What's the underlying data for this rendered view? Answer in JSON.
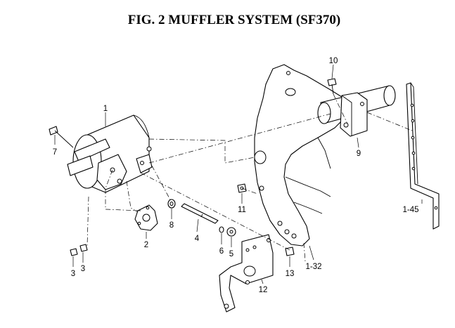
{
  "figure": {
    "title": "FIG.  2  MUFFLER SYSTEM (SF370)"
  },
  "callouts": {
    "c1": "1",
    "c2": "2",
    "c3a": "3",
    "c3b": "3",
    "c4": "4",
    "c5": "5",
    "c6": "6",
    "c7": "7",
    "c8": "8",
    "c9": "9",
    "c10": "10",
    "c11": "11",
    "c12": "12",
    "c13": "13",
    "c132": "1-32",
    "c145": "1-45"
  }
}
